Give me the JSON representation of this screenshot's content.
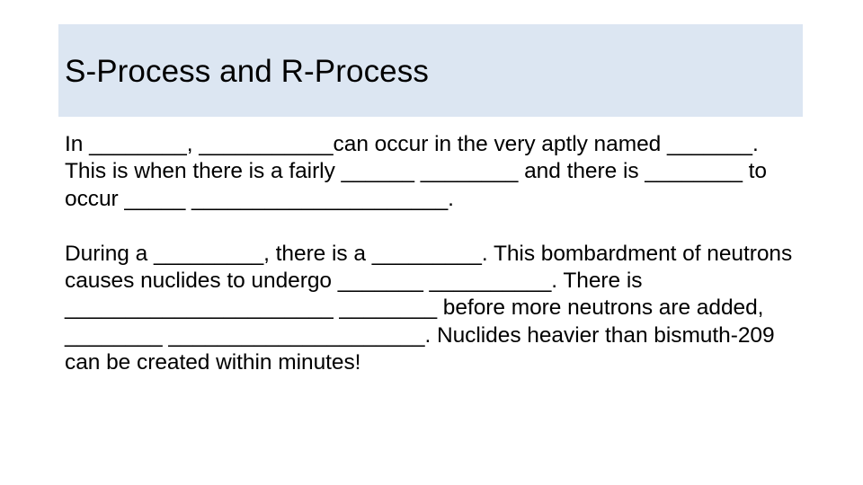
{
  "slide": {
    "title": "S-Process and R-Process",
    "title_band_color": "#dce6f2",
    "background_color": "#ffffff",
    "text_color": "#000000"
  },
  "body": {
    "paragraphs": [
      "In ________, ___________can occur in the very aptly named _______. This is when there is a fairly ______ ________ and there is ________ to occur _____ _____________________.",
      "During a _________, there is a _________. This bombardment of neutrons causes nuclides to undergo _______ __________. There is ______________________ ________ before more neutrons are added, ________ _____________________. Nuclides heavier than bismuth-209 can be created within minutes!"
    ],
    "paragraph_1": "In ________, ___________can occur in the very aptly named _______. This is when there is a fairly ______ ________ and there is ________ to occur _____ _____________________.",
    "paragraph_2": "During a _________, there is a _________. This bombardment of neutrons causes nuclides to undergo _______ __________. There is ______________________ ________ before more neutrons are added, ________ _____________________. Nuclides heavier than bismuth-209 can be created within minutes!"
  }
}
